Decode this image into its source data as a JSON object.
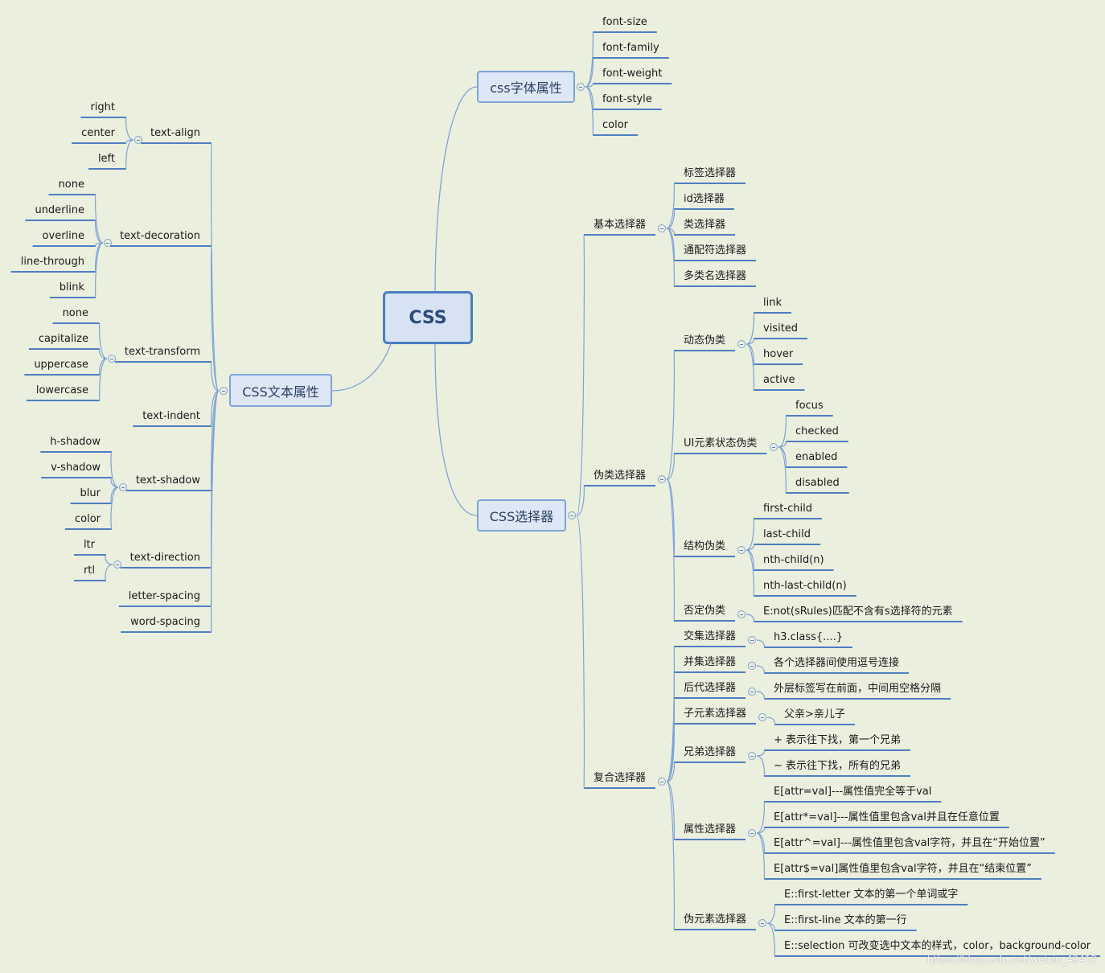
{
  "central": "CSS",
  "branches": {
    "font": {
      "label": "css字体属性",
      "items": [
        "font-size",
        "font-family",
        "font-weight",
        "font-style",
        "color"
      ]
    },
    "text": {
      "label": "CSS文本属性",
      "text_align": {
        "label": "text-align",
        "items": [
          "right",
          "center",
          "left"
        ]
      },
      "text_decoration": {
        "label": "text-decoration",
        "items": [
          "none",
          "underline",
          "overline",
          "line-through",
          "blink"
        ]
      },
      "text_transform": {
        "label": "text-transform",
        "items": [
          "none",
          "capitalize",
          "uppercase",
          "lowercase"
        ]
      },
      "text_indent": "text-indent",
      "text_shadow": {
        "label": "text-shadow",
        "items": [
          "h-shadow",
          "v-shadow",
          "blur",
          "color"
        ]
      },
      "text_direction": {
        "label": "text-direction",
        "items": [
          "ltr",
          "rtl"
        ]
      },
      "letter_spacing": "letter-spacing",
      "word_spacing": "word-spacing"
    },
    "selector": {
      "label": "CSS选择器",
      "basic": {
        "label": "基本选择器",
        "items": [
          "标签选择器",
          "id选择器",
          "类选择器",
          "通配符选择器",
          "多类名选择器"
        ]
      },
      "pseudo": {
        "label": "伪类选择器",
        "dynamic": {
          "label": "动态伪类",
          "items": [
            "link",
            "visited",
            "hover",
            "active"
          ]
        },
        "ui": {
          "label": "UI元素状态伪类",
          "items": [
            "focus",
            "checked",
            "enabled",
            "disabled"
          ]
        },
        "structural": {
          "label": "结构伪类",
          "items": [
            "first-child",
            "last-child",
            "nth-child(n)",
            "nth-last-child(n)"
          ]
        },
        "negation": {
          "label": "否定伪类",
          "items": [
            "E:not(sRules)匹配不含有s选择符的元素"
          ]
        }
      },
      "compound": {
        "label": "复合选择器",
        "intersection": {
          "label": "交集选择器",
          "items": [
            "h3.class{....}"
          ]
        },
        "union": {
          "label": "并集选择器",
          "items": [
            "各个选择器间使用逗号连接"
          ]
        },
        "descendant": {
          "label": "后代选择器",
          "items": [
            "外层标签写在前面，中间用空格分隔"
          ]
        },
        "child": {
          "label": "子元素选择器",
          "items": [
            "父亲>亲儿子"
          ]
        },
        "sibling": {
          "label": "兄弟选择器",
          "items": [
            "+ 表示往下找，第一个兄弟",
            "~ 表示往下找，所有的兄弟"
          ]
        },
        "attribute": {
          "label": "属性选择器",
          "items": [
            "E[attr=val]---属性值完全等于val",
            "E[attr*=val]---属性值里包含val并且在任意位置",
            "E[attr^=val]---属性值里包含val字符，并且在“开始位置”",
            "E[attr$=val]属性值里包含val字符，并且在“结束位置”"
          ]
        },
        "pseudo_element": {
          "label": "伪元素选择器",
          "items": [
            "E::first-letter 文本的第一个单词或字",
            "E::first-line 文本的第一行",
            "E::selection 可改变选中文本的样式，color，background-color"
          ]
        }
      }
    }
  },
  "watermark": "https://blog.csdn.net/weixin_49412",
  "colors": {
    "background": "#ebefde",
    "line": "#7fa3d6",
    "underline": "#4f7ec0",
    "central_border": "#4a7ec0"
  }
}
